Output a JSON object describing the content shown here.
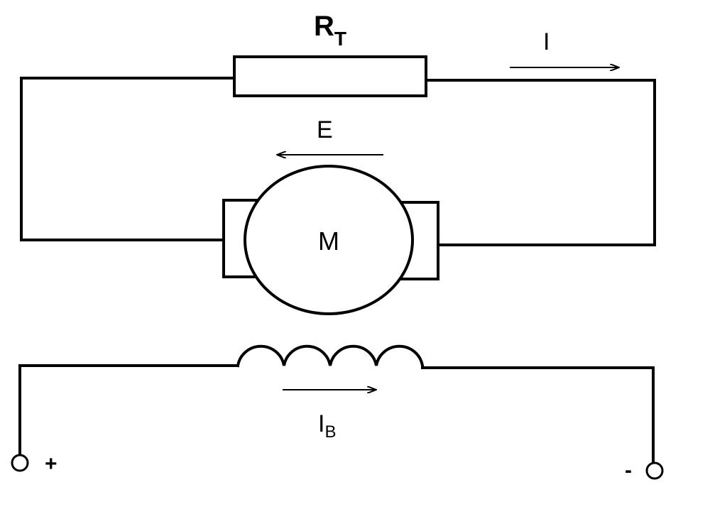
{
  "resistor": {
    "label": "R",
    "subscript": "T"
  },
  "armature_current": {
    "label": "I"
  },
  "emf": {
    "label": "E"
  },
  "motor": {
    "label": "M"
  },
  "field_current": {
    "label": "I",
    "subscript": "B"
  },
  "terminals": {
    "positive": "+",
    "negative": "-"
  },
  "colors": {
    "ink": "#000000",
    "background": "#ffffff"
  }
}
